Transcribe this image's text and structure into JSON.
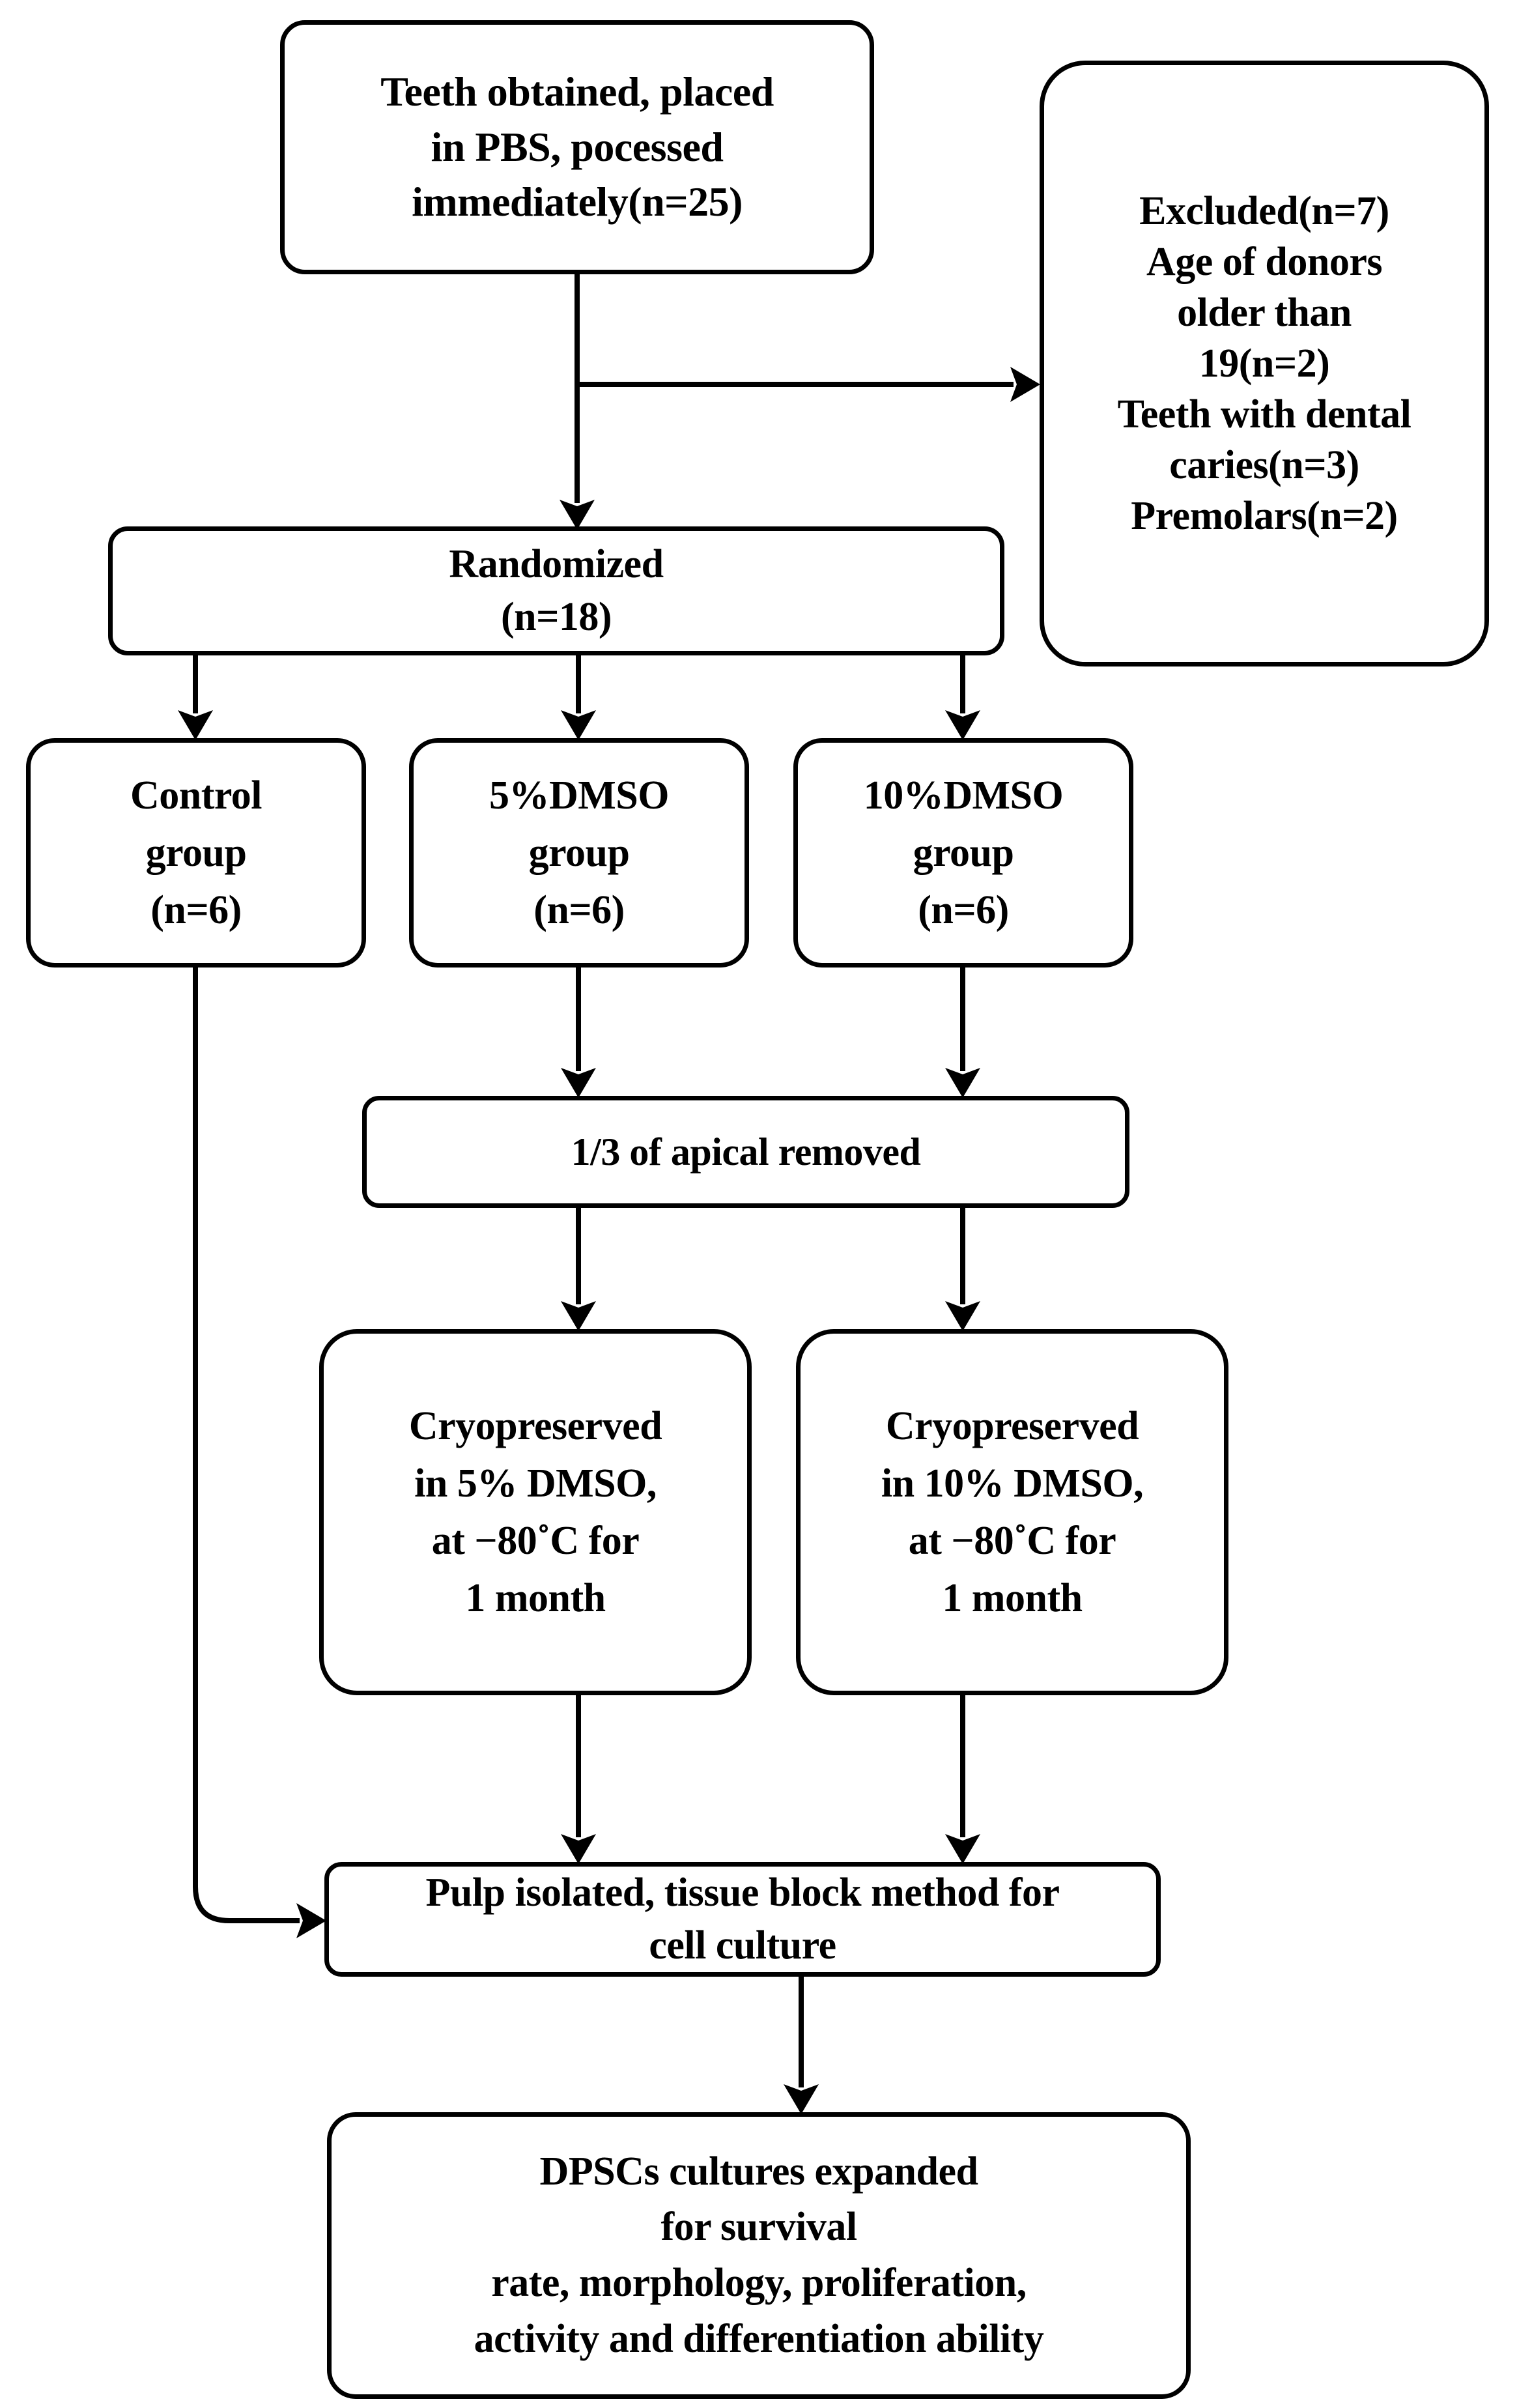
{
  "diagram": {
    "title": "Study flow diagram of dental pulp stem cell cryopreservation experiment",
    "background_color": "#FFFFFF",
    "line_color": "#000000",
    "text_color": "#000000"
  },
  "nodes": {
    "teeth": {
      "label": "Teeth obtained, placed\nin PBS, pocessed\nimmediately(n=25)",
      "n": 25
    },
    "excluded": {
      "label": "Excluded(n=7)\nAge of donors\nolder than\n19(n=2)\nTeeth with dental\ncaries(n=3)\nPremolars(n=2)",
      "n": 7
    },
    "randomized": {
      "label": "Randomized\n(n=18)",
      "n": 18
    },
    "control": {
      "label": "Control\ngroup\n(n=6)",
      "n": 6
    },
    "dmso5": {
      "label": "5%DMSO\ngroup\n(n=6)",
      "n": 6
    },
    "dmso10": {
      "label": "10%DMSO\ngroup\n(n=6)",
      "n": 6
    },
    "apical": {
      "label": "1/3 of apical removed"
    },
    "cryo5": {
      "label": "Cryopreserved\nin 5% DMSO,\nat −80˚C for\n1 month"
    },
    "cryo10": {
      "label": "Cryopreserved\nin 10% DMSO,\nat −80˚C for\n1 month"
    },
    "pulp": {
      "label": "Pulp isolated, tissue block method for\ncell culture"
    },
    "dpscs": {
      "label": "DPSCs cultures expanded\nfor  survival\nrate, morphology, proliferation,\nactivity and differentiation ability"
    }
  },
  "edges": [
    {
      "name": "teeth-to-randomized",
      "from": "teeth",
      "to": "randomized",
      "style": "straight-down-arrow"
    },
    {
      "name": "teeth-to-excluded",
      "from": "teeth",
      "to": "excluded",
      "style": "elbow-right-arrow"
    },
    {
      "name": "randomized-to-control",
      "from": "randomized",
      "to": "control",
      "style": "elbow-down-arrow"
    },
    {
      "name": "randomized-to-dmso5",
      "from": "randomized",
      "to": "dmso5",
      "style": "straight-down-arrow"
    },
    {
      "name": "randomized-to-dmso10",
      "from": "randomized",
      "to": "dmso10",
      "style": "elbow-down-arrow"
    },
    {
      "name": "dmso5-to-apical",
      "from": "dmso5",
      "to": "apical",
      "style": "straight-down-arrow"
    },
    {
      "name": "dmso10-to-apical",
      "from": "dmso10",
      "to": "apical",
      "style": "straight-down-arrow"
    },
    {
      "name": "apical-to-cryo5",
      "from": "apical",
      "to": "cryo5",
      "style": "straight-down-arrow"
    },
    {
      "name": "apical-to-cryo10",
      "from": "apical",
      "to": "cryo10",
      "style": "straight-down-arrow"
    },
    {
      "name": "cryo5-to-pulp",
      "from": "cryo5",
      "to": "pulp",
      "style": "straight-down-arrow"
    },
    {
      "name": "cryo10-to-pulp",
      "from": "cryo10",
      "to": "pulp",
      "style": "straight-down-arrow"
    },
    {
      "name": "control-to-pulp",
      "from": "control",
      "to": "pulp",
      "style": "curved-left-side-arrow"
    },
    {
      "name": "pulp-to-dpscs",
      "from": "pulp",
      "to": "dpscs",
      "style": "straight-down-arrow"
    }
  ]
}
